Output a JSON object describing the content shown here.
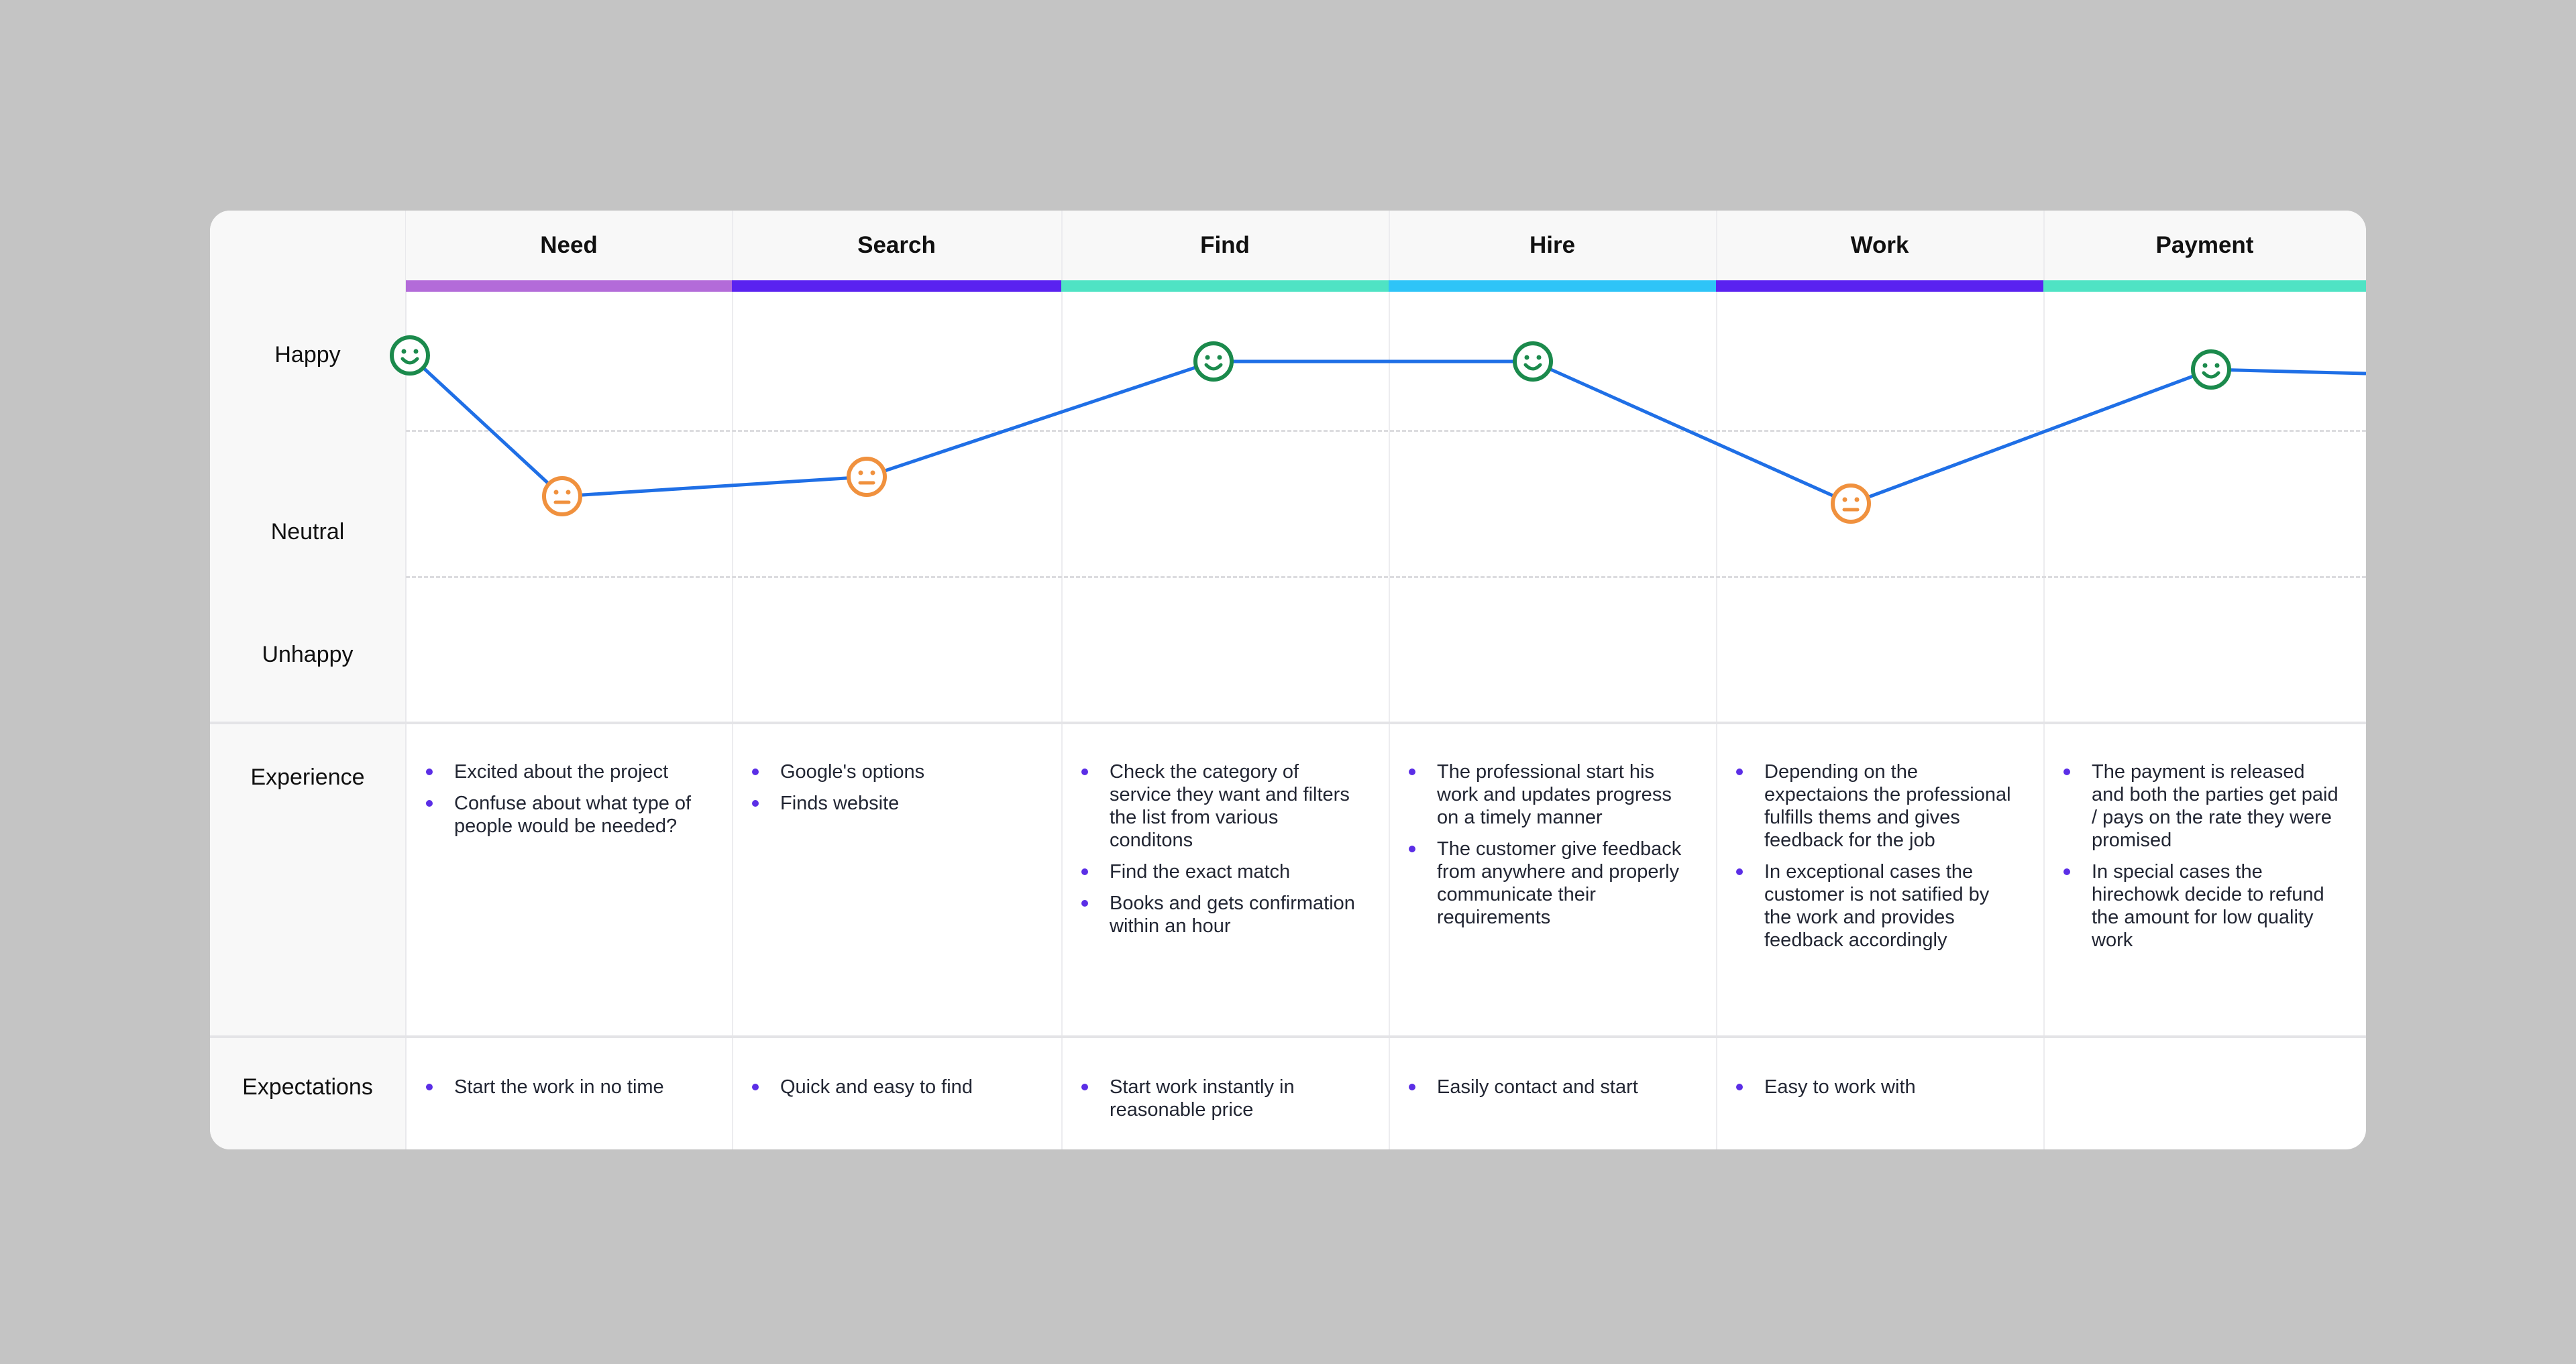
{
  "rows": {
    "happy": "Happy",
    "neutral": "Neutral",
    "unhappy": "Unhappy",
    "experience": "Experience",
    "expectations": "Expectations"
  },
  "stages": [
    {
      "name": "Need",
      "color": "#b36bd9",
      "mood": "neutral",
      "experience": [
        "Excited about the project",
        "Confuse about what type of people would be needed?"
      ],
      "expectations": [
        "Start the work in no time"
      ]
    },
    {
      "name": "Search",
      "color": "#5a22f0",
      "mood": "neutral",
      "experience": [
        "Google's options",
        "Finds website"
      ],
      "expectations": [
        "Quick and easy to find"
      ]
    },
    {
      "name": "Find",
      "color": "#4fe3c4",
      "mood": "happy",
      "experience": [
        "Check the category of service they want and filters the list from various conditons",
        "Find the exact match",
        "Books and gets confirmation within an hour"
      ],
      "expectations": [
        "Start work instantly in reasonable price"
      ]
    },
    {
      "name": "Hire",
      "color": "#2ec4f7",
      "mood": "happy",
      "experience": [
        "The professional start his work and updates progress on a timely manner",
        "The customer give feedback from anywhere and properly communicate their requirements"
      ],
      "expectations": [
        "Easily contact and start"
      ]
    },
    {
      "name": "Work",
      "color": "#5a22f0",
      "mood": "neutral",
      "experience": [
        "Depending on the expectaions the professional fulfills thems and gives feedback for the job",
        "In exceptional cases the customer is not satified by the work and provides feedback accordingly"
      ],
      "expectations": [
        "Easy to work with"
      ]
    },
    {
      "name": "Payment",
      "color": "#4fe3c4",
      "mood": "happy",
      "experience": [
        "The payment is released and both the parties get paid / pays on the rate they were promised",
        "In special cases the hirechowk decide to refund the amount for low quality work"
      ],
      "expectations": []
    }
  ],
  "emotion_curve": {
    "points": [
      "happy",
      "neutral",
      "neutral",
      "happy",
      "happy",
      "neutral",
      "happy"
    ],
    "line_color": "#1f6fe6",
    "happy_color": "#1b8a4c",
    "neutral_color": "#f0913e"
  }
}
